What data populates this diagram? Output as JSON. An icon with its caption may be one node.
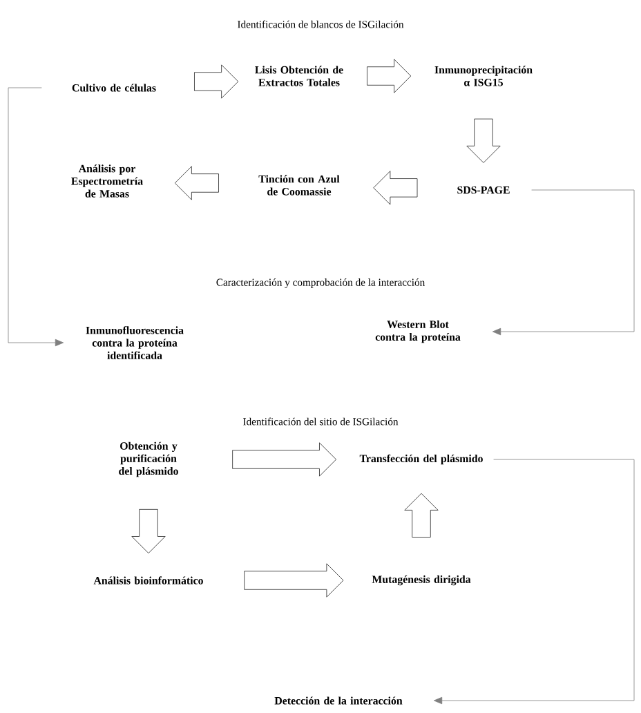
{
  "diagram": {
    "nodes": [
      {
        "text": [
          "Cultivo de células"
        ]
      },
      {
        "text": [
          "Lisis Obtención de Extractos Totales"
        ]
      },
      {
        "text": [
          "Inmunoprecipitación α ISG15"
        ]
      },
      {
        "text": [
          "SDS-PAGE"
        ]
      },
      {
        "text": [
          "Tinción con Azul de Coomassie"
        ]
      },
      {
        "text": [
          "Análisis por Espectrometría de Masas"
        ]
      },
      {
        "text": [
          "Inmunofluorescencia contra la proteína identificada"
        ]
      },
      {
        "text": [
          "Western Blot contra la proteína"
        ]
      },
      {
        "text": [
          "Obtención y purificación del plásmido"
        ]
      },
      {
        "text": [
          "Transfección del plásmido"
        ]
      },
      {
        "text": [
          "Análisis bioinformático"
        ]
      },
      {
        "text": [
          "Mutagénesis dirigida"
        ]
      },
      {
        "text": [
          "Detección de la interacción"
        ]
      }
    ],
    "edges": [
      {
        "from": 0,
        "to": 1,
        "arrow": "to"
      },
      {
        "from": 1,
        "to": 2,
        "arrow": "to"
      },
      {
        "from": 2,
        "to": 3,
        "arrow": "to"
      },
      {
        "from": 3,
        "to": 4,
        "arrow": "to"
      },
      {
        "from": 4,
        "to": 5,
        "arrow": "to"
      },
      {
        "from": 0,
        "to": 6,
        "arrow": "to",
        "color": "#808080"
      },
      {
        "from": 3,
        "to": 7,
        "arrow": "to",
        "color": "#808080"
      },
      {
        "from": 8,
        "to": 9,
        "arrow": "to"
      },
      {
        "from": 8,
        "to": 10,
        "arrow": "to"
      },
      {
        "from": 10,
        "to": 11,
        "arrow": "to"
      },
      {
        "from": 11,
        "to": 9,
        "arrow": "to"
      },
      {
        "from": 9,
        "to": 12,
        "arrow": "to",
        "color": "#808080"
      }
    ],
    "labels": [
      "Identificación de blancos de ISGilación",
      "Caracterización y comprobación de la interacción",
      "Identificación del sitio de ISGilación"
    ]
  }
}
